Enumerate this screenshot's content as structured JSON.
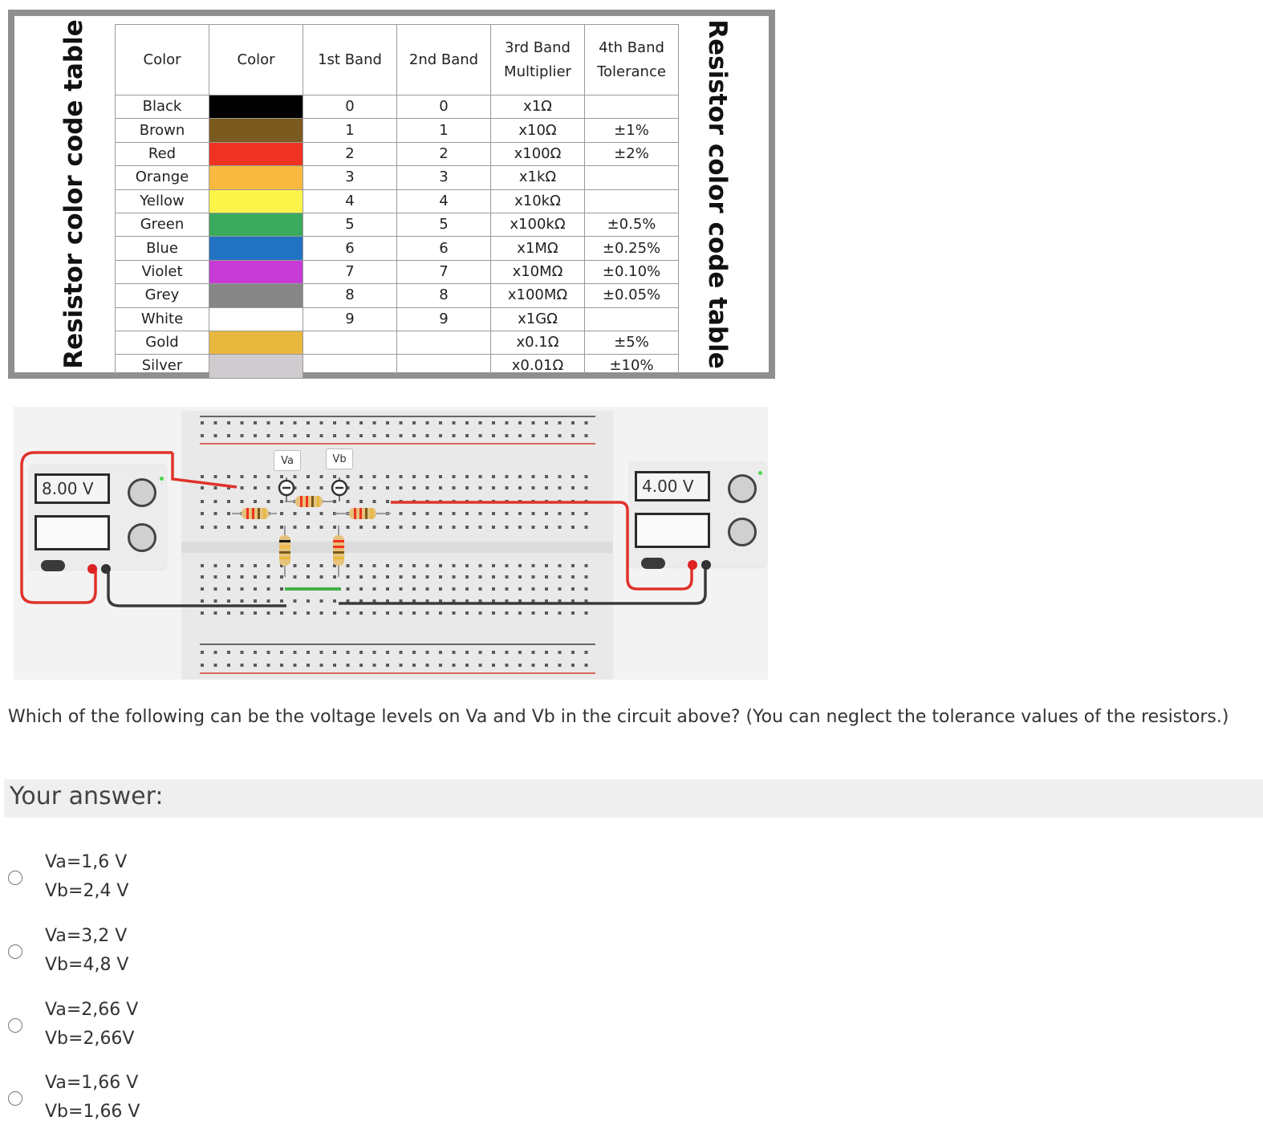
{
  "color_table": {
    "side_title": "Resistor color code table",
    "headers": [
      {
        "line1": "Color",
        "line2": ""
      },
      {
        "line1": "Color",
        "line2": ""
      },
      {
        "line1": "1st Band",
        "line2": ""
      },
      {
        "line1": "2nd Band",
        "line2": ""
      },
      {
        "line1": "3rd Band",
        "line2": "Multiplier"
      },
      {
        "line1": "4th Band",
        "line2": "Tolerance"
      }
    ],
    "rows": [
      {
        "name": "Black",
        "swatch": "#000000",
        "band1": "0",
        "band2": "0",
        "multiplier": "x1Ω",
        "tolerance": ""
      },
      {
        "name": "Brown",
        "swatch": "#7a5a1e",
        "band1": "1",
        "band2": "1",
        "multiplier": "x10Ω",
        "tolerance": "±1%"
      },
      {
        "name": "Red",
        "swatch": "#ee3322",
        "band1": "2",
        "band2": "2",
        "multiplier": "x100Ω",
        "tolerance": "±2%"
      },
      {
        "name": "Orange",
        "swatch": "#f7b940",
        "band1": "3",
        "band2": "3",
        "multiplier": "x1kΩ",
        "tolerance": ""
      },
      {
        "name": "Yellow",
        "swatch": "#fdf44a",
        "band1": "4",
        "band2": "4",
        "multiplier": "x10kΩ",
        "tolerance": ""
      },
      {
        "name": "Green",
        "swatch": "#3aaa5c",
        "band1": "5",
        "band2": "5",
        "multiplier": "x100kΩ",
        "tolerance": "±0.5%"
      },
      {
        "name": "Blue",
        "swatch": "#2272c3",
        "band1": "6",
        "band2": "6",
        "multiplier": "x1MΩ",
        "tolerance": "±0.25%"
      },
      {
        "name": "Violet",
        "swatch": "#c63ad6",
        "band1": "7",
        "band2": "7",
        "multiplier": "x10MΩ",
        "tolerance": "±0.10%"
      },
      {
        "name": "Grey",
        "swatch": "#868686",
        "band1": "8",
        "band2": "8",
        "multiplier": "x100MΩ",
        "tolerance": "±0.05%"
      },
      {
        "name": "White",
        "swatch": "#ffffff",
        "band1": "9",
        "band2": "9",
        "multiplier": "x1GΩ",
        "tolerance": ""
      },
      {
        "name": "Gold",
        "swatch": "#e8b73e",
        "band1": "",
        "band2": "",
        "multiplier": "x0.1Ω",
        "tolerance": "±5%"
      },
      {
        "name": "Silver",
        "swatch": "#cfcbcf",
        "band1": "",
        "band2": "",
        "multiplier": "x0.01Ω",
        "tolerance": "±10%"
      }
    ]
  },
  "circuit": {
    "supply_left_reading": "8.00 V",
    "supply_right_reading": "4.00 V",
    "probe_a_label": "Va",
    "probe_b_label": "Vb",
    "wire_red": "#e0322a",
    "wire_black": "#3a3a3a"
  },
  "question": {
    "text": "Which of the following can be the voltage levels on Va and Vb in the circuit above? (You can neglect the tolerance values of the resistors.)",
    "answer_label": "Your answer:",
    "options": [
      {
        "line1": "Va=1,6 V",
        "line2": "Vb=2,4 V"
      },
      {
        "line1": "Va=3,2 V",
        "line2": "Vb=4,8 V"
      },
      {
        "line1": "Va=2,66 V",
        "line2": "Vb=2,66V"
      },
      {
        "line1": "Va=1,66 V",
        "line2": "Vb=1,66 V"
      }
    ]
  }
}
